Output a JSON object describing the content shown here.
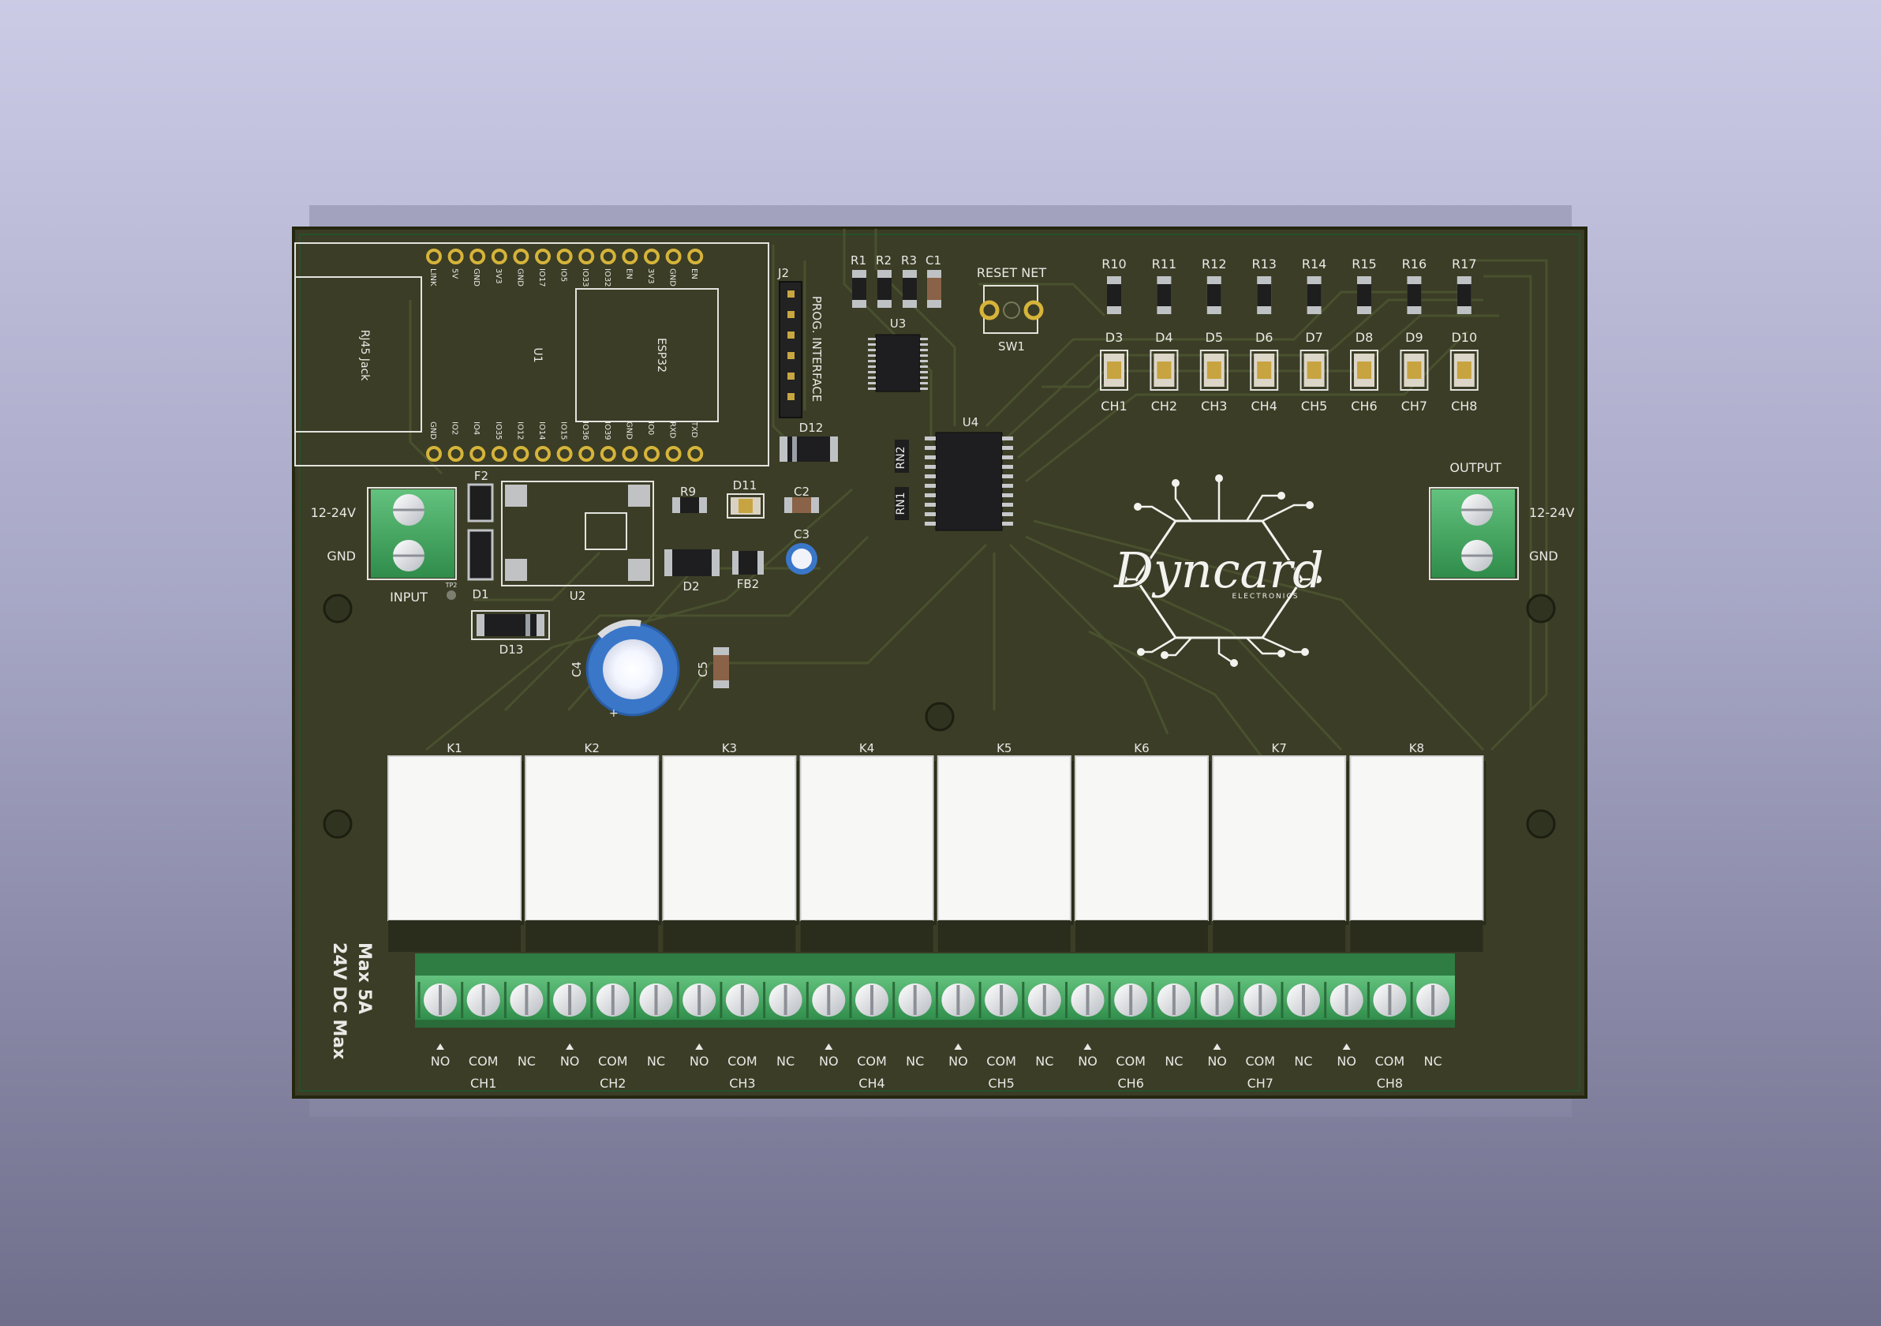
{
  "board": {
    "logo": {
      "name": "Dyncard",
      "tagline": "ELECTRONICS"
    },
    "module": {
      "ref": "U1",
      "chip": "ESP32",
      "jack": "RJ45 Jack",
      "top_pins": [
        "LINK",
        "5V",
        "GND",
        "3V3",
        "GND",
        "IO17",
        "IO5",
        "IO33",
        "IO32",
        "EN",
        "3V3",
        "GND",
        "EN"
      ],
      "bottom_pins": [
        "GND",
        "IO2",
        "IO4",
        "IO35",
        "IO12",
        "IO14",
        "IO15",
        "IO36",
        "IO39",
        "GND",
        "IO0",
        "RXD",
        "TXD"
      ]
    },
    "prog": {
      "ref": "J2",
      "label": "PROG. INTERFACE"
    },
    "top_refs": {
      "r1": "R1",
      "r2": "R2",
      "r3": "R3",
      "c1": "C1",
      "u3": "U3",
      "u4": "U4",
      "rn1": "RN1",
      "rn2": "RN2"
    },
    "reset": {
      "label": "RESET NET",
      "ref": "SW1"
    },
    "led_resistors": [
      "R10",
      "R11",
      "R12",
      "R13",
      "R14",
      "R15",
      "R16",
      "R17"
    ],
    "leds": [
      "D3",
      "D4",
      "D5",
      "D6",
      "D7",
      "D8",
      "D9",
      "D10"
    ],
    "led_channels": [
      "CH1",
      "CH2",
      "CH3",
      "CH4",
      "CH5",
      "CH6",
      "CH7",
      "CH8"
    ],
    "power_refs": {
      "f2": "F2",
      "d1": "D1",
      "tp2": "TP2",
      "u2": "U2",
      "d13": "D13",
      "c4": "C4",
      "c5": "C5",
      "r9": "R9",
      "d11": "D11",
      "c2": "C2",
      "c3": "C3",
      "d2": "D2",
      "fb2": "FB2",
      "d12": "D12"
    },
    "input": {
      "title": "INPUT",
      "v": "12-24V",
      "gnd": "GND"
    },
    "output": {
      "title": "OUTPUT",
      "v": "12-24V",
      "gnd": "GND"
    },
    "relays": [
      "K1",
      "K2",
      "K3",
      "K4",
      "K5",
      "K6",
      "K7",
      "K8"
    ],
    "terminal_pins": [
      "NO",
      "COM",
      "NC"
    ],
    "channels": [
      "CH1",
      "CH2",
      "CH3",
      "CH4",
      "CH5",
      "CH6",
      "CH7",
      "CH8"
    ],
    "ratings": {
      "line1": "Max 5A",
      "line2": "24V DC Max"
    }
  }
}
